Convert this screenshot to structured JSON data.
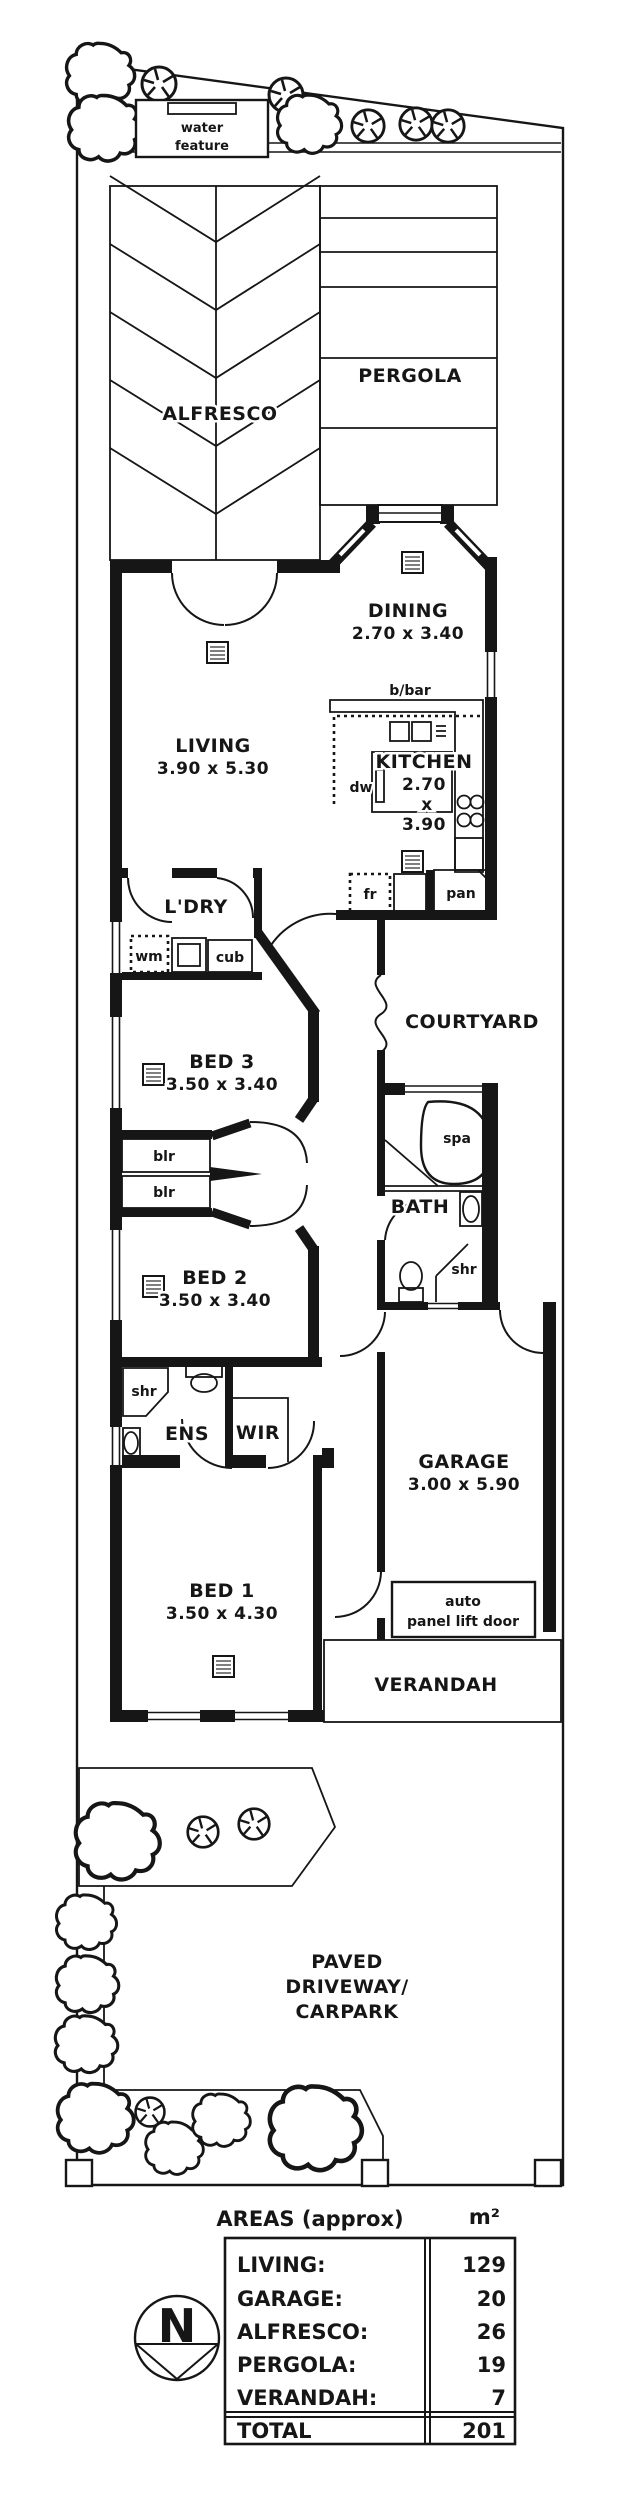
{
  "plan": {
    "water_feature_1": "water",
    "water_feature_2": "feature",
    "alfresco": "ALFRESCO",
    "pergola": "PERGOLA",
    "dining": {
      "name": "DINING",
      "dims": "2.70 x 3.40"
    },
    "living": {
      "name": "LIVING",
      "dims": "3.90 x 5.30"
    },
    "kitchen": {
      "name": "KITCHEN",
      "w": "2.70",
      "x": "x",
      "d": "3.90"
    },
    "bbar": "b/bar",
    "dw": "dw",
    "fr": "fr",
    "pan": "pan",
    "ldry": "L'DRY",
    "wm": "wm",
    "cub": "cub",
    "courtyard": "COURTYARD",
    "bed3": {
      "name": "BED 3",
      "dims": "3.50 x 3.40"
    },
    "blr": "blr",
    "spa": "spa",
    "bath": "BATH",
    "shr": "shr",
    "bed2": {
      "name": "BED 2",
      "dims": "3.50 x 3.40"
    },
    "ens": "ENS",
    "wir": "WIR",
    "garage": {
      "name": "GARAGE",
      "dims": "3.00 x 5.90"
    },
    "auto_door": {
      "line1": "auto",
      "line2": "panel lift door"
    },
    "bed1": {
      "name": "BED 1",
      "dims": "3.50 x 4.30"
    },
    "verandah": "VERANDAH",
    "driveway": {
      "line1": "PAVED",
      "line2": "DRIVEWAY/",
      "line3": "CARPARK"
    },
    "compass_n": "N"
  },
  "areas_table": {
    "title": "AREAS (approx)",
    "unit": "m²",
    "rows": [
      {
        "label": "LIVING:",
        "value": "129"
      },
      {
        "label": "GARAGE:",
        "value": "20"
      },
      {
        "label": "ALFRESCO:",
        "value": "26"
      },
      {
        "label": "PERGOLA:",
        "value": "19"
      },
      {
        "label": "VERANDAH:",
        "value": "7"
      }
    ],
    "total_label": "TOTAL",
    "total_value": "201"
  },
  "colors": {
    "line": "#161616",
    "bg": "#ffffff"
  }
}
